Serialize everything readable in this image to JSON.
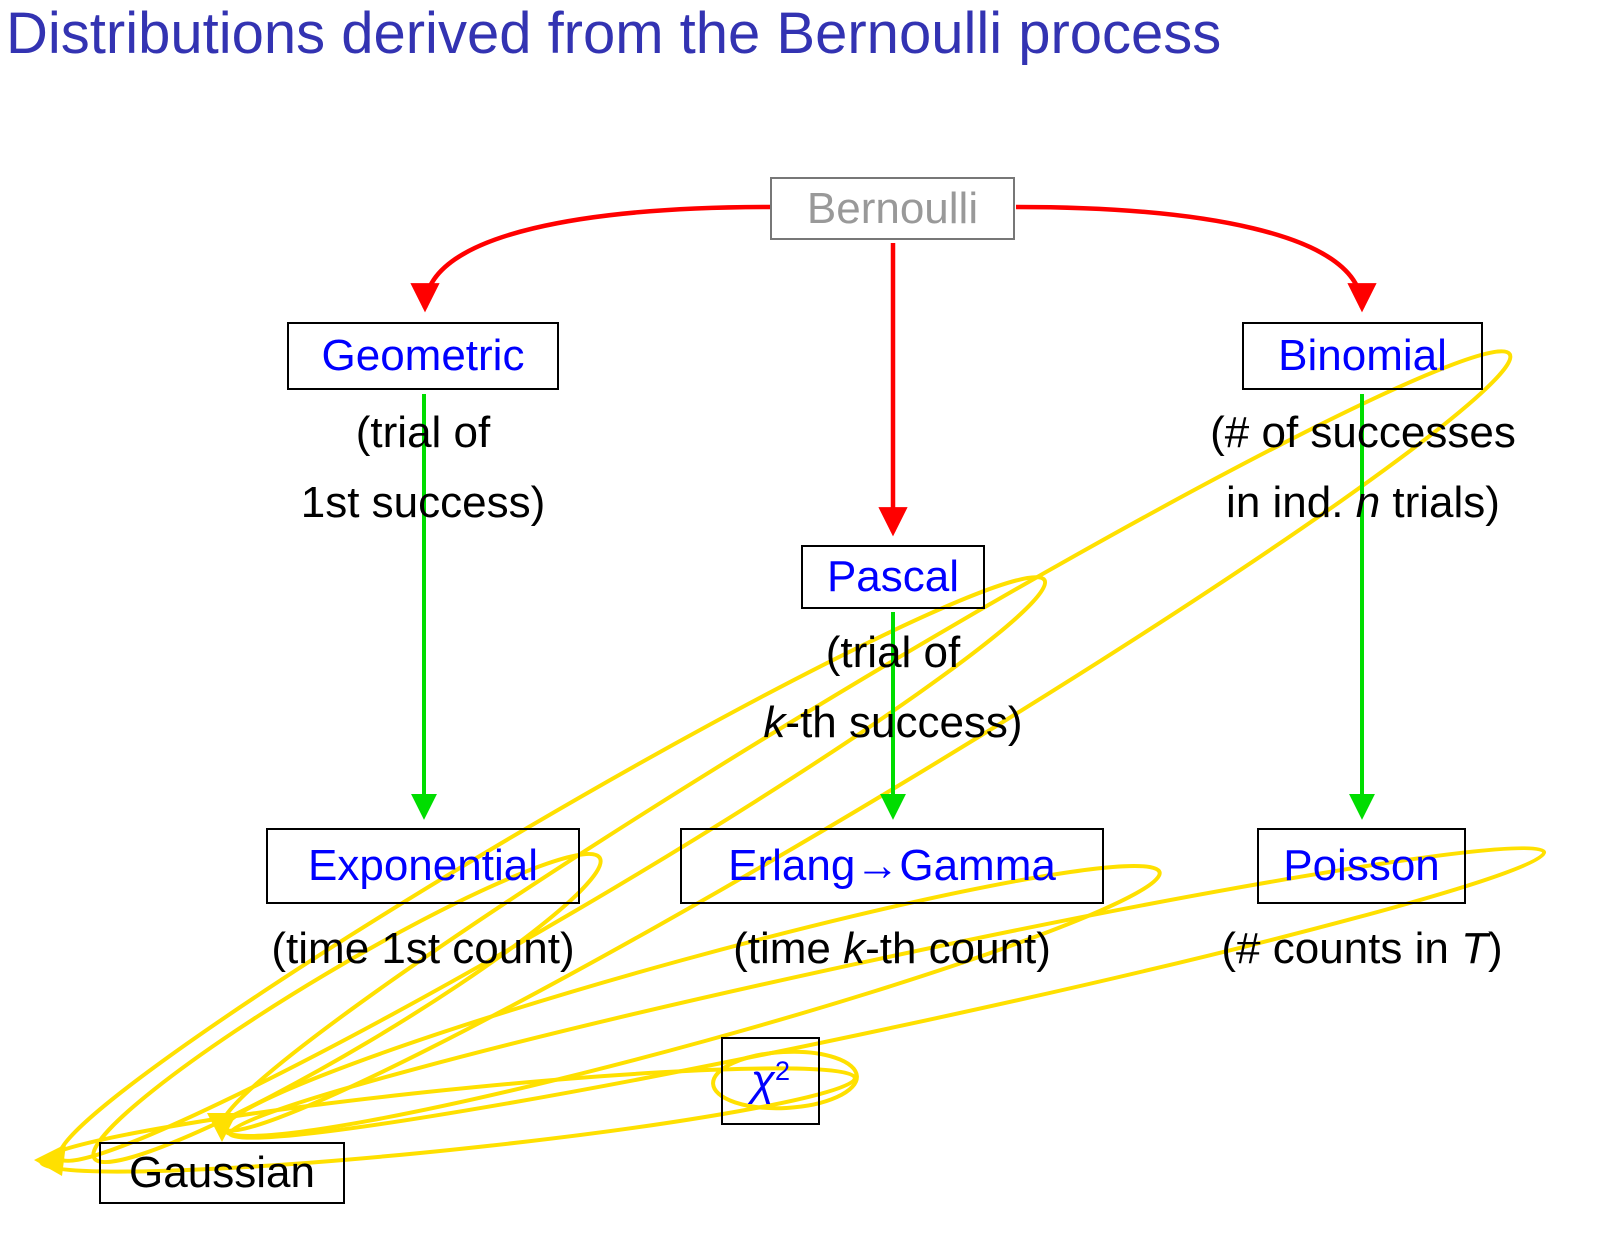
{
  "title": "Distributions derived from the Bernoulli process",
  "colors": {
    "title": "#3333b2",
    "node_label": "#0000ff",
    "root_label": "#999999",
    "derivation_arrow": "#ff0000",
    "limit_arrow": "#00dd00",
    "gaussian_convergence": "#ffe000"
  },
  "nodes": {
    "bernoulli": {
      "label": "Bernoulli"
    },
    "geometric": {
      "label": "Geometric",
      "caption_line1": "(trial of",
      "caption_line2": "1st success)"
    },
    "binomial": {
      "label": "Binomial",
      "caption_line1": "(# of successes",
      "caption_line2_pre": "in ind. ",
      "caption_line2_var": "n",
      "caption_line2_post": " trials)"
    },
    "pascal": {
      "label": "Pascal",
      "caption_line1": "(trial of",
      "caption_line2_pre": "",
      "caption_line2_var": "k",
      "caption_line2_post": "-th success)"
    },
    "exponential": {
      "label": "Exponential",
      "caption_pre": "(time 1st count)",
      "caption_var": "",
      "caption_post": ""
    },
    "erlang": {
      "label": "Erlang→Gamma",
      "caption_pre": "(time ",
      "caption_var": "k",
      "caption_post": "-th count)"
    },
    "poisson": {
      "label": "Poisson",
      "caption_pre": "(# counts in ",
      "caption_var": "T",
      "caption_post": ")"
    },
    "chi_squared": {
      "label_base": "χ",
      "label_sup": "2"
    },
    "gaussian": {
      "label": "Gaussian"
    }
  },
  "edges": {
    "red_derivations": [
      {
        "from": "Bernoulli",
        "to": "Geometric"
      },
      {
        "from": "Bernoulli",
        "to": "Pascal"
      },
      {
        "from": "Bernoulli",
        "to": "Binomial"
      }
    ],
    "green_limits": [
      {
        "from": "Geometric",
        "to": "Exponential"
      },
      {
        "from": "Pascal",
        "to": "Erlang→Gamma"
      },
      {
        "from": "Binomial",
        "to": "Poisson"
      }
    ],
    "yellow_to_gaussian": [
      "Binomial",
      "Pascal",
      "Exponential",
      "Erlang→Gamma",
      "Poisson",
      "χ²"
    ]
  }
}
